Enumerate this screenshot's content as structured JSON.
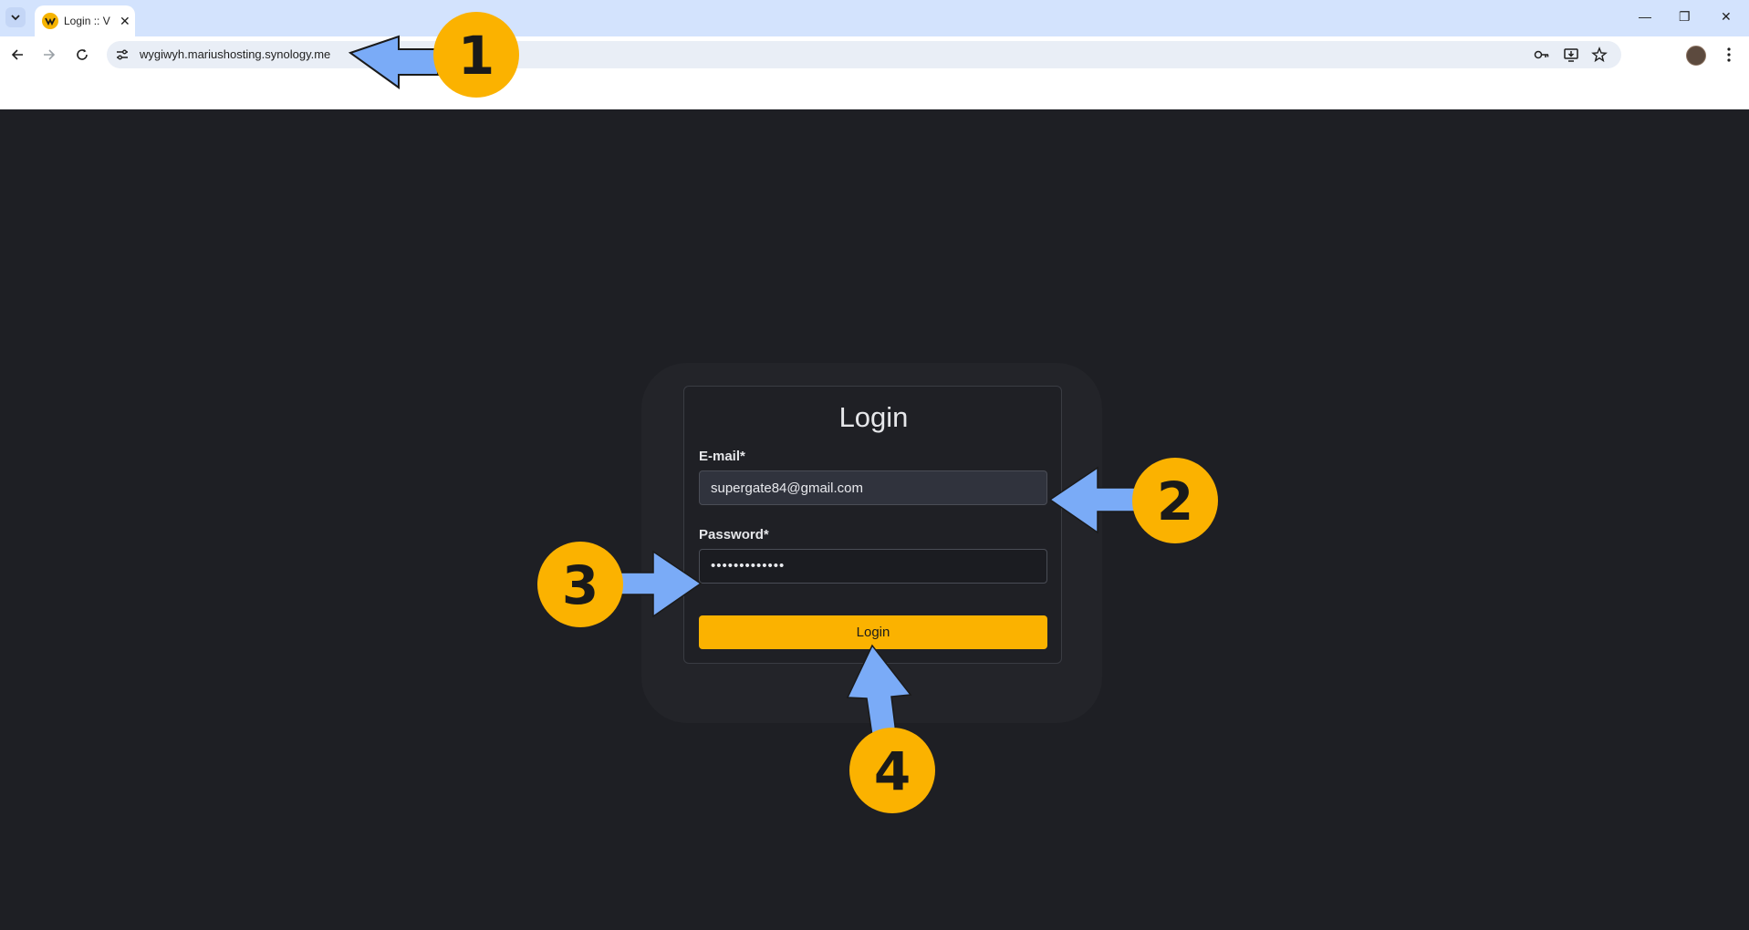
{
  "browser": {
    "tab": {
      "title": "Login :: V",
      "close_glyph": "✕"
    },
    "window": {
      "minimize_glyph": "—",
      "restore_glyph": "❐",
      "close_glyph": "✕"
    },
    "url": "wygiwyh.mariushosting.synology.me"
  },
  "login": {
    "title": "Login",
    "email_label": "E-mail*",
    "email_value": "supergate84@gmail.com",
    "password_label": "Password*",
    "password_value": "•••••••••••••",
    "button_label": "Login"
  },
  "annotations": [
    {
      "number": "1",
      "target": "address-bar"
    },
    {
      "number": "2",
      "target": "email-field"
    },
    {
      "number": "3",
      "target": "password-field"
    },
    {
      "number": "4",
      "target": "login-button"
    }
  ],
  "colors": {
    "page_background": "#1e1f24",
    "accent": "#fbb200",
    "arrow_fill": "#7aabf7",
    "badge_fill": "#fbb200",
    "tab_bar": "#d3e3fd"
  },
  "icons": [
    "tab-search-icon",
    "favicon-icon",
    "back-icon",
    "forward-icon",
    "reload-icon",
    "site-info-icon",
    "password-key-icon",
    "install-app-icon",
    "bookmark-star-icon",
    "profile-avatar",
    "menu-icon"
  ]
}
